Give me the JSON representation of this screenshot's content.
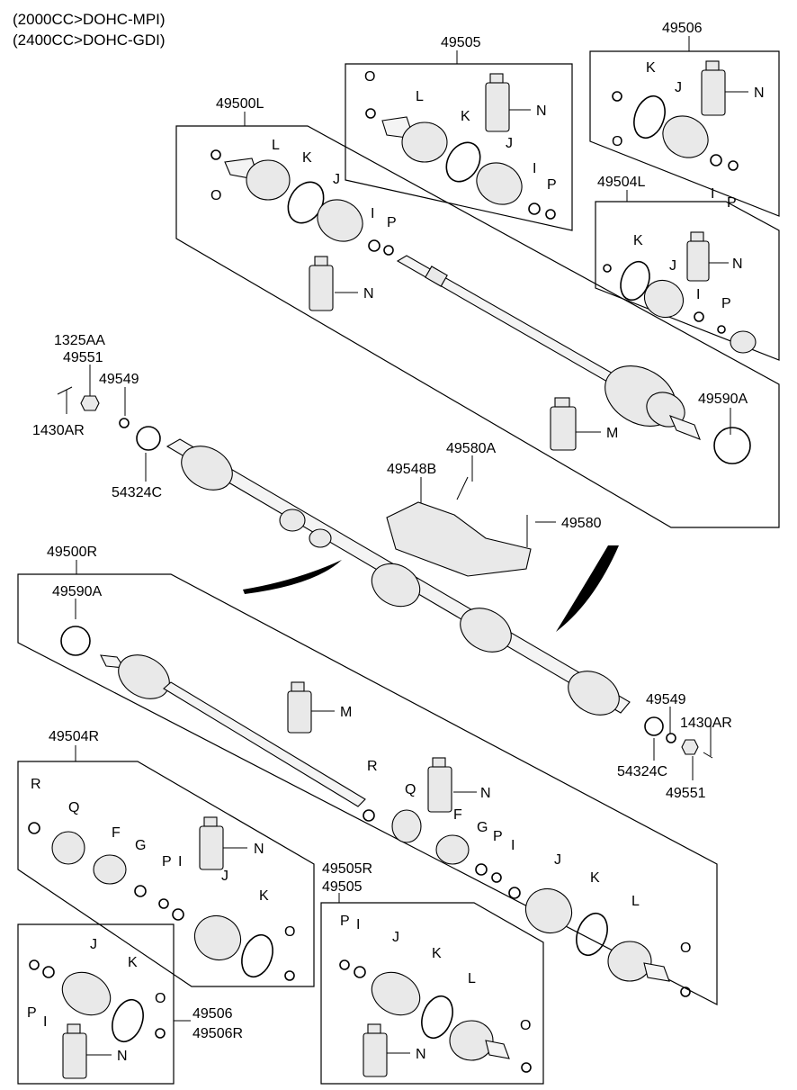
{
  "header": {
    "line1": "(2000CC>DOHC-MPI)",
    "line2": "(2400CC>DOHC-GDI)"
  },
  "labels": {
    "l49505_top": "49505",
    "l49506_top": "49506",
    "l49500L": "49500L",
    "l49504L": "49504L",
    "l1325AA": "1325AA",
    "l49551_top": "49551",
    "l49549_top": "49549",
    "l1430AR_top": "1430AR",
    "l54324C_top": "54324C",
    "l49590A_top": "49590A",
    "l49580A": "49580A",
    "l49548B": "49548B",
    "l49580": "49580",
    "l49500R": "49500R",
    "l49590A_bot": "49590A",
    "l49549_bot": "49549",
    "l1430AR_bot": "1430AR",
    "l54324C_bot": "54324C",
    "l49551_bot": "49551",
    "l49504R": "49504R",
    "l49505R": "49505R",
    "l49505_bot": "49505",
    "l49506_bot": "49506",
    "l49506R": "49506R"
  },
  "letters": {
    "L": "L",
    "K": "K",
    "J": "J",
    "I": "I",
    "P": "P",
    "N": "N",
    "O": "O",
    "M": "M",
    "R": "R",
    "Q": "Q",
    "F": "F",
    "G": "G"
  },
  "colors": {
    "line": "#000000",
    "part_fill": "#e9e9e9",
    "background": "#ffffff"
  }
}
